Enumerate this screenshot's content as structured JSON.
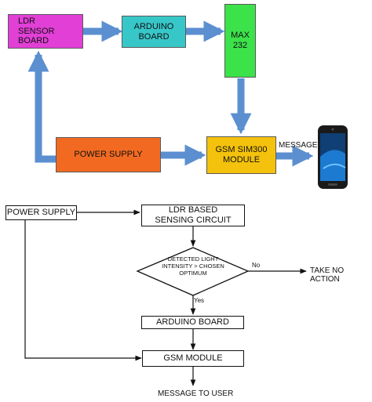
{
  "block_diagram": {
    "ldr_sensor_board": "LDR SENSOR BOARD",
    "arduino_board": "ARDUINO BOARD",
    "max_232": "MAX 232",
    "power_supply": "POWER SUPPLY",
    "gsm_module": "GSM SIM300 MODULE",
    "message_label": "MESSAGE",
    "colors": {
      "ldr": "#e13fd6",
      "arduino": "#38c7c9",
      "max": "#3ce24a",
      "power": "#f26a21",
      "gsm": "#f4c20c",
      "arrow": "#5b8fd0"
    }
  },
  "flowchart": {
    "power_supply": "POWER SUPPLY",
    "ldr_sensing": "LDR BASED SENSING CIRCUIT",
    "decision": "DETECTED LIGHT INTENSITY > CHOSEN OPTIMUM",
    "no_label": "No",
    "yes_label": "Yes",
    "no_action": "TAKE NO ACTION",
    "arduino_board": "ARDUINO BOARD",
    "gsm_module": "GSM MODULE",
    "message_to_user": "MESSAGE TO USER"
  }
}
